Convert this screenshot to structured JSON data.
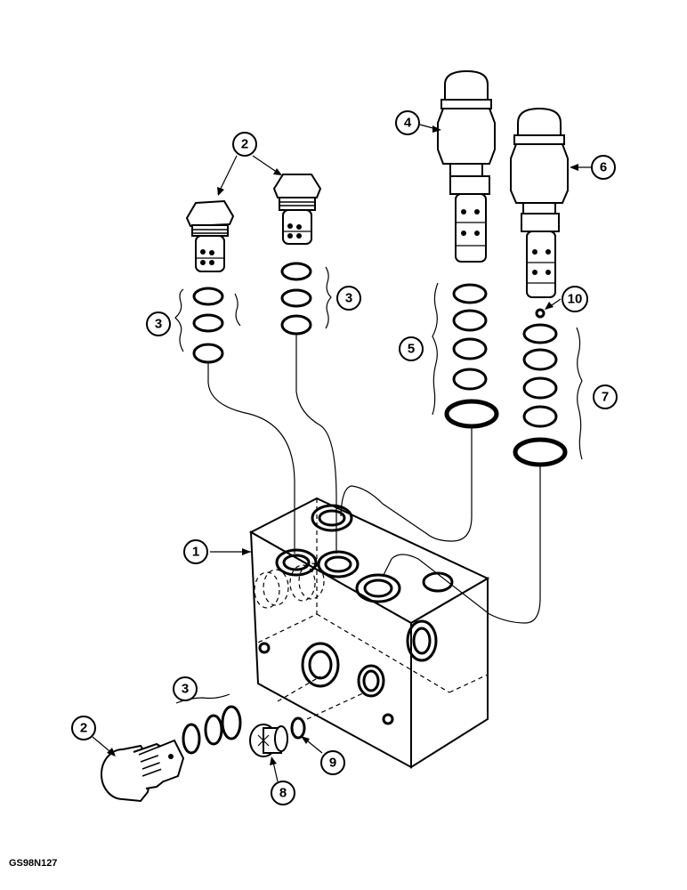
{
  "figure_id": "GS98N127",
  "callouts": [
    {
      "id": "c1",
      "label": "1"
    },
    {
      "id": "c2a",
      "label": "2"
    },
    {
      "id": "c2b",
      "label": "2"
    },
    {
      "id": "c3a",
      "label": "3"
    },
    {
      "id": "c3b",
      "label": "3"
    },
    {
      "id": "c3c",
      "label": "3"
    },
    {
      "id": "c4",
      "label": "4"
    },
    {
      "id": "c5",
      "label": "5"
    },
    {
      "id": "c6",
      "label": "6"
    },
    {
      "id": "c7",
      "label": "7"
    },
    {
      "id": "c8",
      "label": "8"
    },
    {
      "id": "c9",
      "label": "9"
    },
    {
      "id": "c10",
      "label": "10"
    }
  ]
}
